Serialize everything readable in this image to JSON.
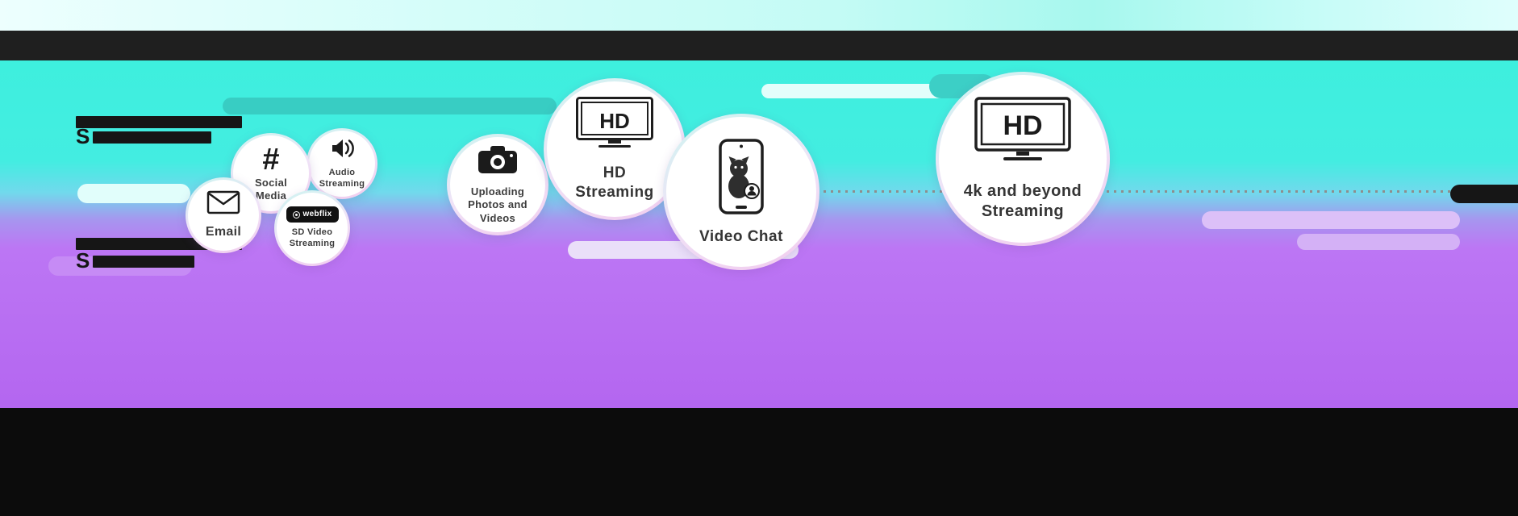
{
  "colors": {
    "cyan_background": "#41EEDF",
    "purple_background": "#B96EF3",
    "top_strip": "#D9FEFA",
    "dark_band": "#1F1F1F",
    "bottom_band": "#0C0C0C",
    "teal_pill": "#38CDC3",
    "lavender_pill": "#DCC0F8",
    "label_text": "#3C3C3C"
  },
  "left_notes": [
    {
      "visible_letter": "S"
    },
    {
      "visible_letter": "S"
    }
  ],
  "bubbles": {
    "email": {
      "label": "Email",
      "icon": "envelope-icon"
    },
    "social": {
      "label": "Social Media",
      "icon": "hashtag-icon",
      "icon_glyph": "#"
    },
    "audio": {
      "label": "Audio Streaming",
      "icon": "speaker-icon"
    },
    "sd": {
      "label": "SD Video Streaming",
      "icon": "webflix-logo",
      "logo_text": "webflix"
    },
    "upload": {
      "label": "Uploading Photos and Videos",
      "icon": "camera-icon"
    },
    "hd": {
      "label": "HD Streaming",
      "icon": "hd-tv-icon",
      "tv_label": "HD"
    },
    "videochat": {
      "label": "Video Chat",
      "icon": "video-chat-phone-icon"
    },
    "fourk": {
      "label": "4k and beyond Streaming",
      "icon": "hd-tv-icon",
      "tv_label": "HD"
    }
  }
}
